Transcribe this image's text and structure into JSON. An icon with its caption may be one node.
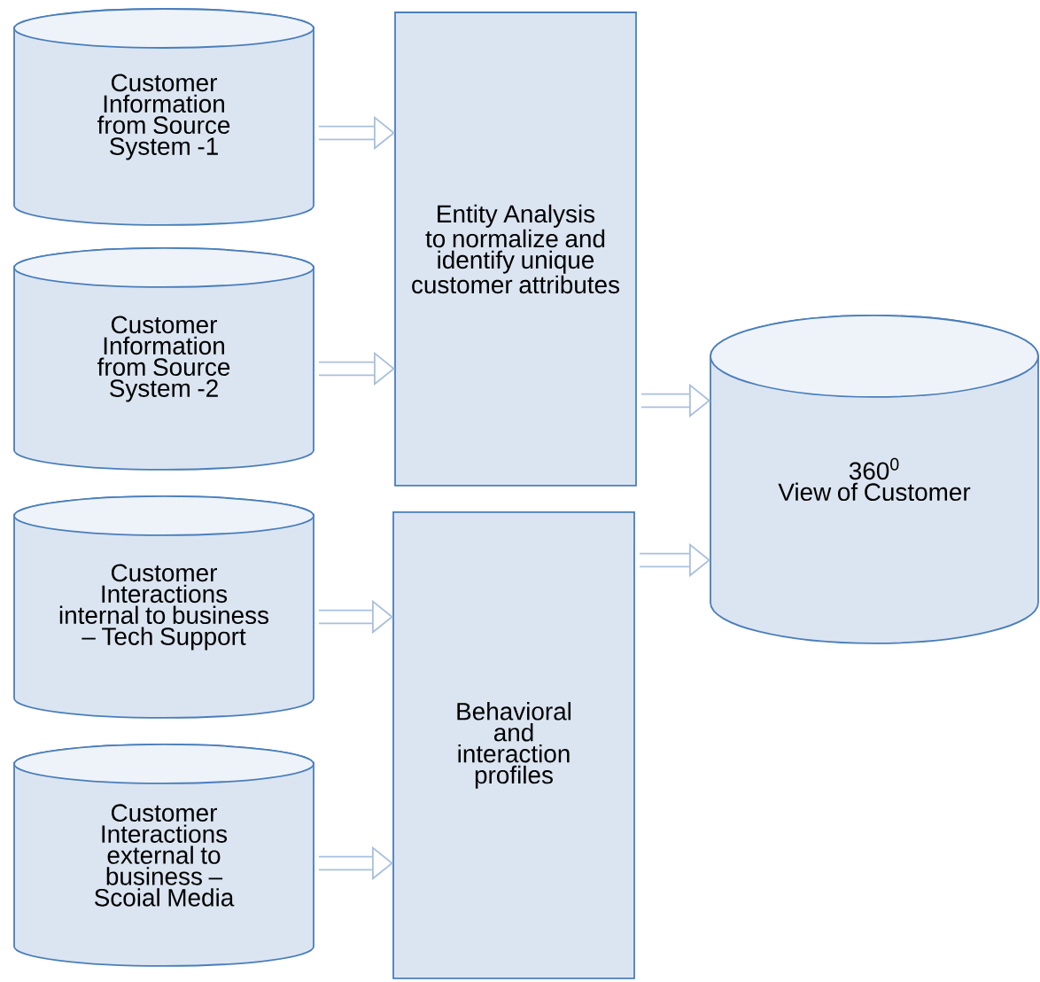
{
  "diagram": {
    "nodes": [
      {
        "text": [
          "Customer Information from Source System -1"
        ]
      },
      {
        "text": [
          "Customer Information from Source System -2"
        ]
      },
      {
        "text": [
          "Customer Interactions internal to business – Tech Support"
        ]
      },
      {
        "text": [
          "Customer Interactions external to business – Scoial Media"
        ]
      },
      {
        "text": [
          "Entity Analysis to normalize and identify unique customer attributes"
        ]
      },
      {
        "text": [
          "Behavioral and interaction profiles"
        ]
      },
      {
        "text": [
          "360$^{0}$",
          "View of Customer"
        ]
      }
    ],
    "edges": [
      {
        "from": 0,
        "to": 4,
        "arrow": "to"
      },
      {
        "from": 1,
        "to": 4,
        "arrow": "to"
      },
      {
        "from": 2,
        "to": 5,
        "arrow": "to"
      },
      {
        "from": 3,
        "to": 5,
        "arrow": "to"
      },
      {
        "from": 4,
        "to": 6,
        "arrow": "to"
      },
      {
        "from": 5,
        "to": 6,
        "arrow": "to"
      }
    ]
  }
}
